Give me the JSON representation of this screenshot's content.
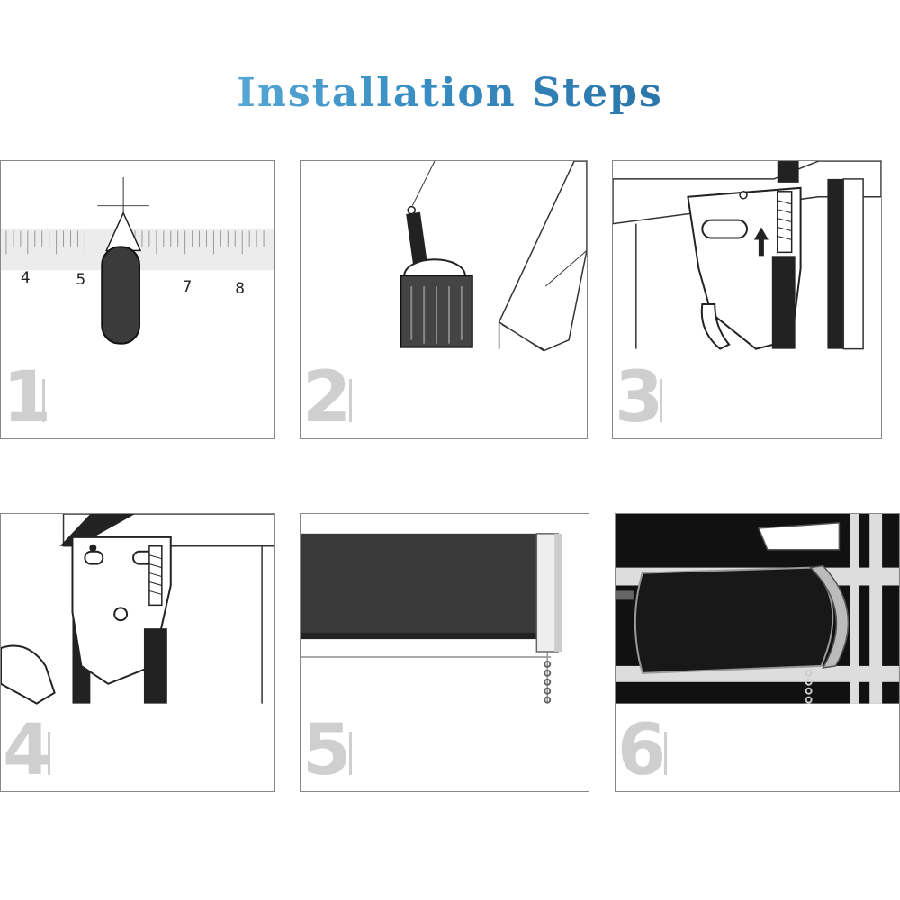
{
  "title": "Installation Steps",
  "steps": [
    {
      "number": "1",
      "icon": "pencil-ruler-icon"
    },
    {
      "number": "2",
      "icon": "drill-icon"
    },
    {
      "number": "3",
      "icon": "screwdriver-bracket-icon"
    },
    {
      "number": "4",
      "icon": "bracket-mount-icon"
    },
    {
      "number": "5",
      "icon": "blind-roller-icon"
    },
    {
      "number": "6",
      "icon": "install-roller-icon"
    }
  ],
  "ruler_labels": [
    "4",
    "5",
    "7",
    "8"
  ],
  "colors": {
    "title_start": "#7cc8ea",
    "title_end": "#1b5c91",
    "number": "#cfcfcf"
  }
}
